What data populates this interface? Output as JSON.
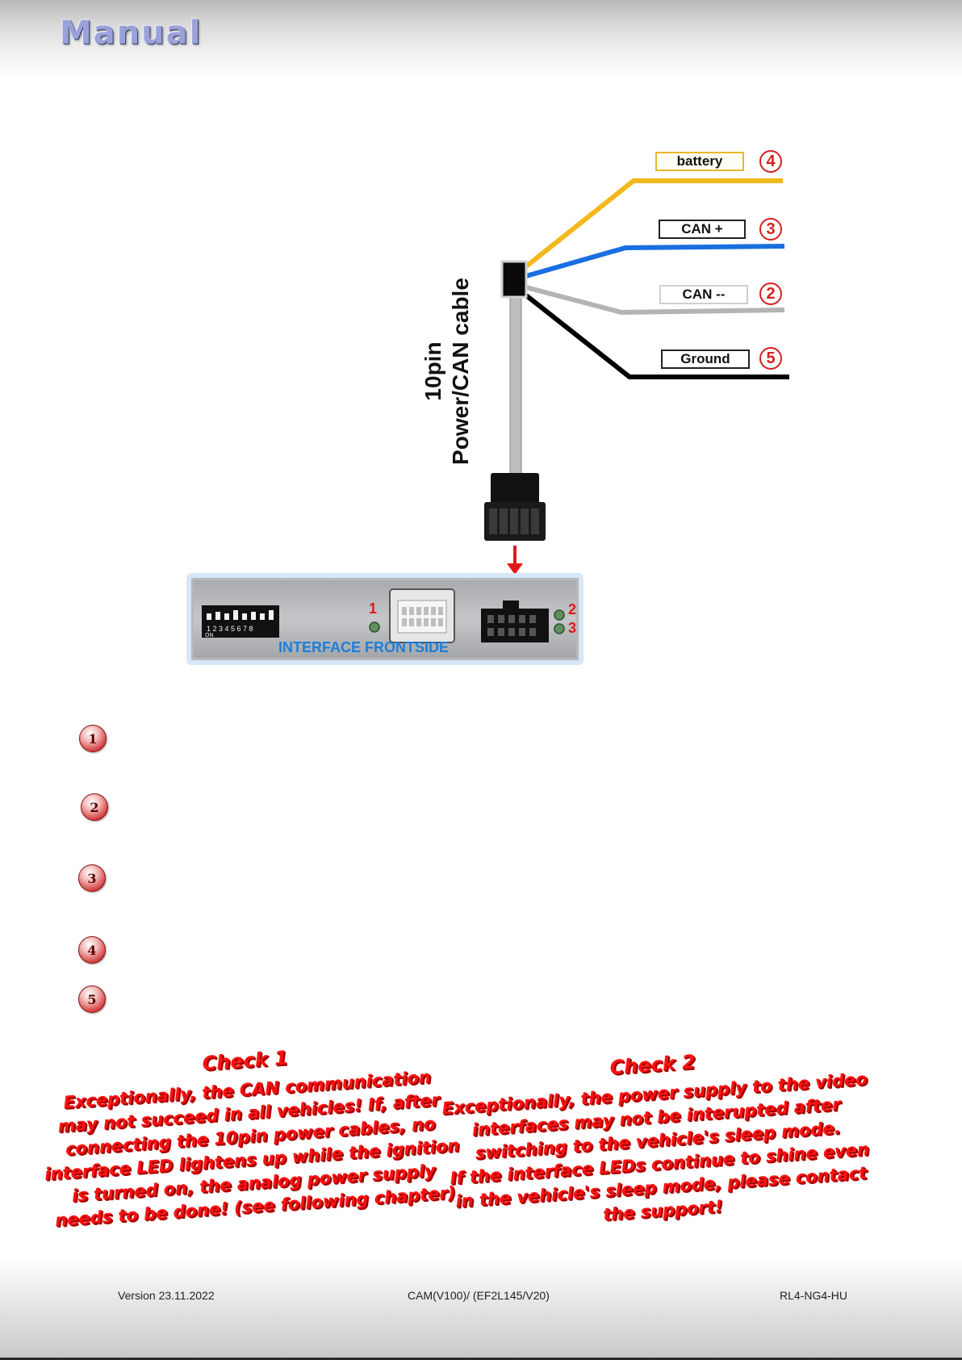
{
  "header": {
    "title": "Manual"
  },
  "diagram": {
    "cable_title_line1": "10pin",
    "cable_title_line2": "Power/CAN cable",
    "wires": [
      {
        "label": "battery",
        "pin": "4",
        "color": "#f2b81c"
      },
      {
        "label": "CAN +",
        "pin": "3",
        "color": "#1a6fe0"
      },
      {
        "label": "CAN --",
        "pin": "2",
        "color": "#b4b4b4"
      },
      {
        "label": "Ground",
        "pin": "5",
        "color": "#000000"
      }
    ],
    "interface": {
      "label": "INTERFACE FRONTSIDE",
      "dip_numbers": "1 2 3 4 5 6 7 8",
      "dip_on": "ON",
      "led1": "1",
      "led2": "2",
      "led3": "3"
    }
  },
  "legend": {
    "badges": [
      "1",
      "2",
      "3",
      "4",
      "5"
    ]
  },
  "checks": [
    {
      "title": "Check 1",
      "text": "Exceptionally, the CAN communication\nmay not succeed in all vehicles! If, after\nconnecting the 10pin power cables, no\ninterface LED lightens up while the ignition\nis turned on, the analog power supply\nneeds to be done! (see following chapter)"
    },
    {
      "title": "Check 2",
      "text": "Exceptionally, the power supply to the video\ninterfaces may not be interupted after\nswitching to the vehicle's sleep mode.\nIf the interface LEDs continue to shine even\nin the vehicle's sleep mode, please contact\nthe support!"
    }
  ],
  "footer": {
    "version": "Version 23.11.2022",
    "model": "CAM(V100)/ (EF2L145/V20)",
    "code": "RL4-NG4-HU"
  }
}
